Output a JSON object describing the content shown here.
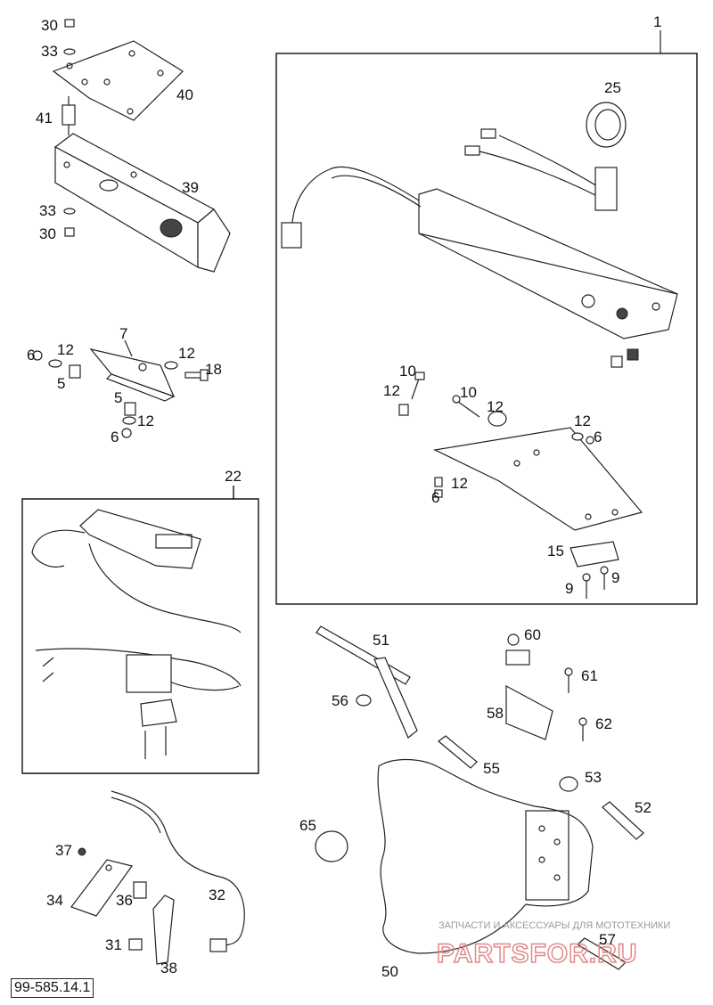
{
  "diagram": {
    "code": "99-585.14.1",
    "watermark_text": "ЗАПЧАСТИ И АКСЕССУАРЫ ДЛЯ МОТОТЕХНИКИ",
    "watermark_logo": "PARTSFOR.RU"
  },
  "labels": {
    "l_1": "1",
    "l_30a": "30",
    "l_33a": "33",
    "l_40": "40",
    "l_41": "41",
    "l_39": "39",
    "l_33b": "33",
    "l_30b": "30",
    "l_25": "25",
    "l_7": "7",
    "l_6a": "6",
    "l_12a": "12",
    "l_5a": "5",
    "l_12b": "12",
    "l_18": "18",
    "l_5b": "5",
    "l_12c": "12",
    "l_6b": "6",
    "l_10a": "10",
    "l_12d": "12",
    "l_10b": "10",
    "l_12e": "12",
    "l_12f": "12",
    "l_6c": "6",
    "l_12g": "12",
    "l_6d": "6",
    "l_15": "15",
    "l_9a": "9",
    "l_9b": "9",
    "l_22": "22",
    "l_51": "51",
    "l_60": "60",
    "l_56": "56",
    "l_61": "61",
    "l_58": "58",
    "l_62": "62",
    "l_55": "55",
    "l_53": "53",
    "l_52": "52",
    "l_65": "65",
    "l_37": "37",
    "l_34": "34",
    "l_36": "36",
    "l_32": "32",
    "l_31": "31",
    "l_38": "38",
    "l_57": "57",
    "l_50": "50"
  }
}
